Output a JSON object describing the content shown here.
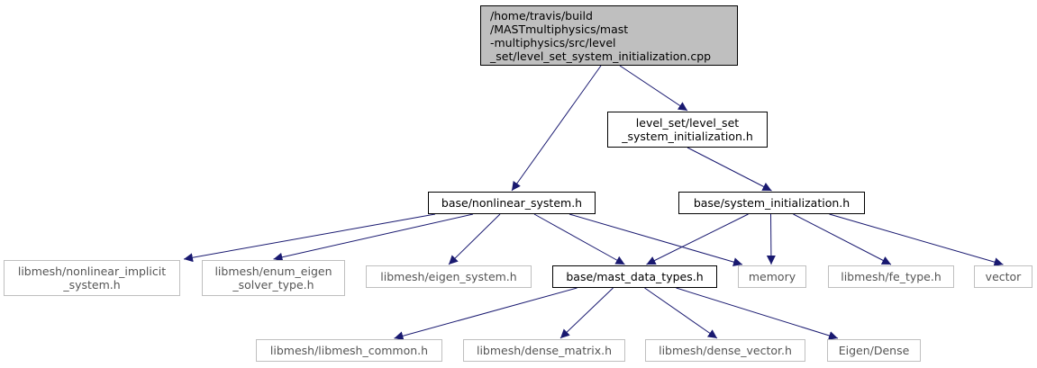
{
  "nodes": {
    "root": "/home/travis/build\n/MASTmultiphysics/mast\n-multiphysics/src/level\n_set/level_set_system_initialization.cpp",
    "lsi_h": "level_set/level_set\n_system_initialization.h",
    "nonlinear": "base/nonlinear_system.h",
    "sysinit": "base/system_initialization.h",
    "nl_implicit": "libmesh/nonlinear_implicit\n_system.h",
    "enum_eigen": "libmesh/enum_eigen\n_solver_type.h",
    "eigen_system": "libmesh/eigen_system.h",
    "mast_types": "base/mast_data_types.h",
    "memory": "memory",
    "fe_type": "libmesh/fe_type.h",
    "vector": "vector",
    "libmesh_common": "libmesh/libmesh_common.h",
    "dense_matrix": "libmesh/dense_matrix.h",
    "dense_vector": "libmesh/dense_vector.h",
    "eigen_dense": "Eigen/Dense"
  },
  "edges": [
    [
      "root",
      "lsi_h"
    ],
    [
      "root",
      "nonlinear"
    ],
    [
      "lsi_h",
      "sysinit"
    ],
    [
      "nonlinear",
      "nl_implicit"
    ],
    [
      "nonlinear",
      "enum_eigen"
    ],
    [
      "nonlinear",
      "eigen_system"
    ],
    [
      "nonlinear",
      "mast_types"
    ],
    [
      "nonlinear",
      "memory"
    ],
    [
      "sysinit",
      "mast_types"
    ],
    [
      "sysinit",
      "memory"
    ],
    [
      "sysinit",
      "fe_type"
    ],
    [
      "sysinit",
      "vector"
    ],
    [
      "mast_types",
      "libmesh_common"
    ],
    [
      "mast_types",
      "dense_matrix"
    ],
    [
      "mast_types",
      "dense_vector"
    ],
    [
      "mast_types",
      "eigen_dense"
    ]
  ],
  "colors": {
    "edge": "#191970",
    "root_fill": "#bfbfbf",
    "external_border": "#bfbfbf",
    "local_border": "#000000"
  }
}
